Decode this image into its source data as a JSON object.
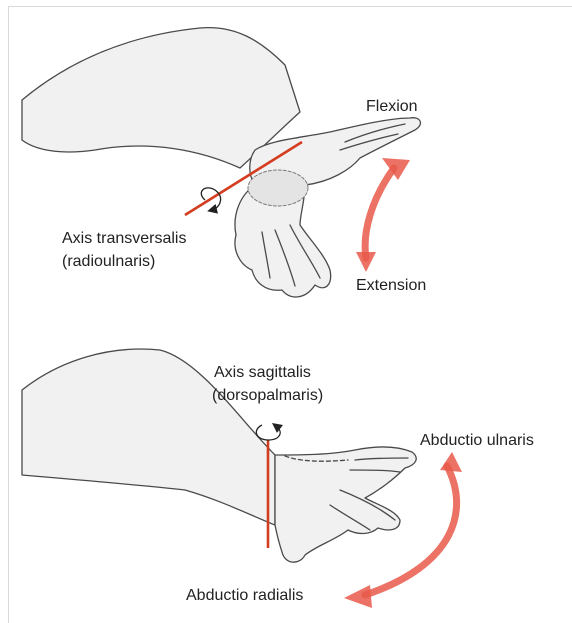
{
  "colors": {
    "axis": "#d43d20",
    "arrow": "#e8594a",
    "skin_fill": "#f1f1f1",
    "skin_stroke": "#4a4a4a",
    "text": "#222222",
    "frame": "#d9d9d9"
  },
  "top_panel": {
    "flexion_label": "Flexion",
    "extension_label": "Extension",
    "axis_label_line1": "Axis transversalis",
    "axis_label_line2": "(radioulnaris)"
  },
  "bottom_panel": {
    "axis_label_line1": "Axis sagittalis",
    "axis_label_line2": "(dorsopalmaris)",
    "ulnar_label": "Abductio ulnaris",
    "radial_label": "Abductio radialis"
  },
  "icons": [
    "rotation-arrow-icon",
    "double-headed-arrow-icon"
  ]
}
